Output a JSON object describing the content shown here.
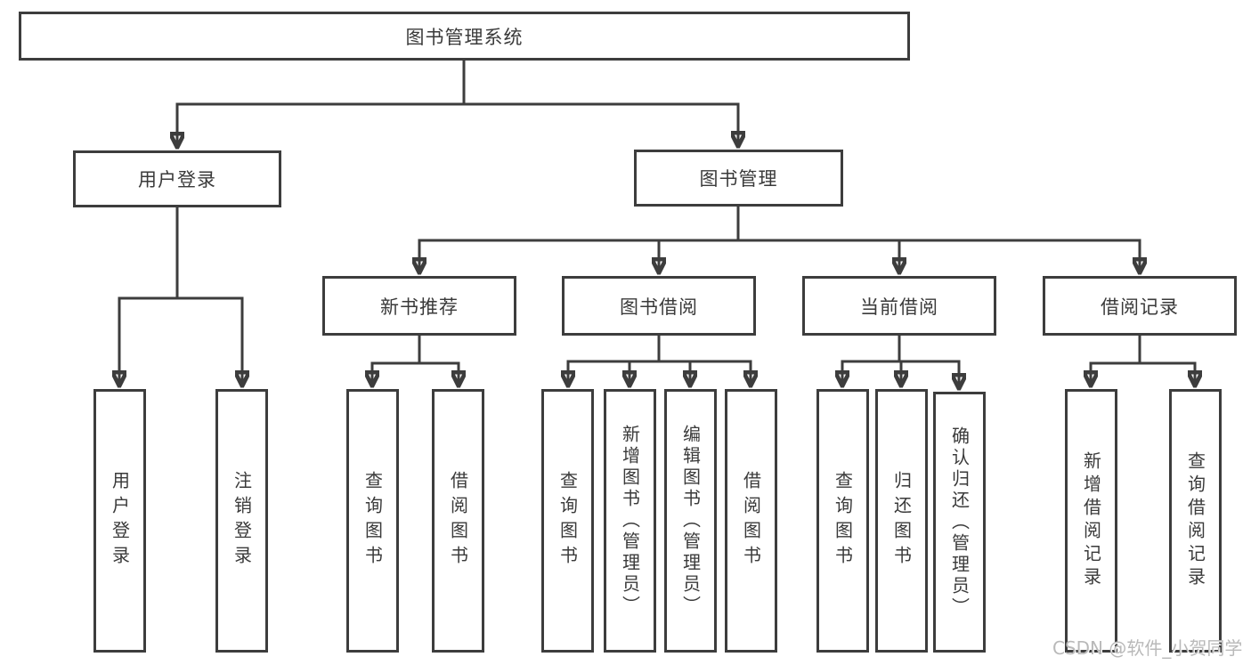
{
  "diagram": {
    "root": {
      "label": "图书管理系统"
    },
    "branches": {
      "user_login": {
        "label": "用户登录",
        "children": [
          "用户登录",
          "注销登录"
        ]
      },
      "book_mgmt": {
        "label": "图书管理",
        "sections": {
          "new_books": {
            "label": "新书推荐",
            "children": [
              "查询图书",
              "借阅图书"
            ]
          },
          "book_borrow": {
            "label": "图书借阅",
            "children": [
              "查询图书",
              "新增图书（管理员）",
              "编辑图书（管理员）",
              "借阅图书"
            ]
          },
          "current_borrow": {
            "label": "当前借阅",
            "children": [
              "查询图书",
              "归还图书",
              "确认归还（管理员）"
            ]
          },
          "borrow_records": {
            "label": "借阅记录",
            "children": [
              "新增借阅记录",
              "查询借阅记录"
            ]
          }
        }
      }
    },
    "colors": {
      "line": "#3d3d3d",
      "text": "#3a3a3a",
      "background": "#ffffff"
    }
  },
  "watermark": {
    "text": "CSDN @软件_小贺同学",
    "color": "#b9b9b9"
  }
}
